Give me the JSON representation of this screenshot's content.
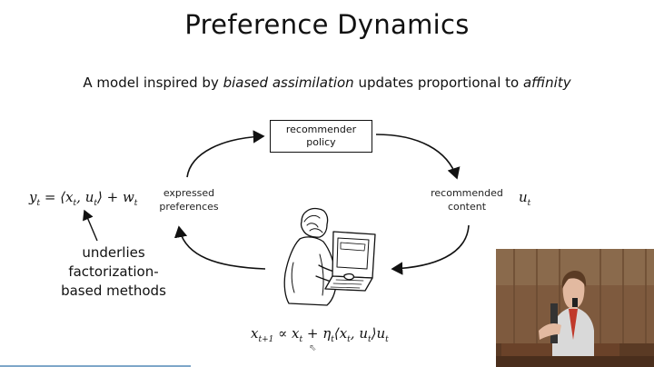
{
  "title": "Preference Dynamics",
  "subtitle": {
    "prefix": "A model inspired by ",
    "em1": "biased assimilation",
    "middle": " updates proportional to ",
    "em2": "affinity"
  },
  "diagram": {
    "policy_line1": "recommender",
    "policy_line2": "policy",
    "expressed_line1": "expressed",
    "expressed_line2": "preferences",
    "recommended_line1": "recommended",
    "recommended_line2": "content"
  },
  "annotation": {
    "line1": "underlies",
    "line2": "factorization-",
    "line3": "based methods"
  },
  "icons": {
    "person": "person-at-laptop-icon",
    "speaker": "speaker-video-thumbnail",
    "cursor": "mouse-cursor-icon"
  },
  "cursor_glyph": "⇖"
}
